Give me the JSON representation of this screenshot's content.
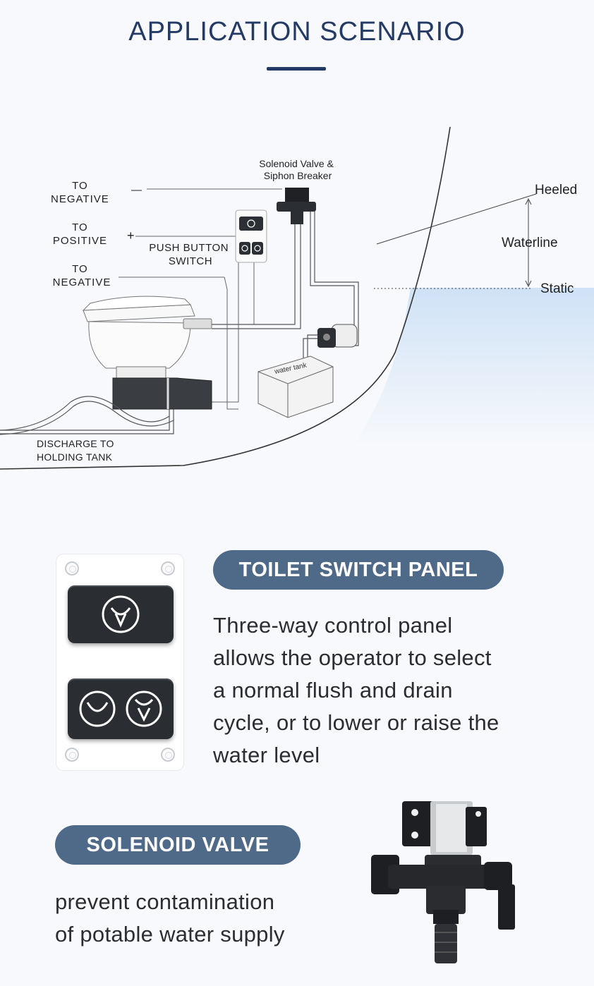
{
  "header": {
    "title": "APPLICATION SCENARIO"
  },
  "diagram": {
    "labels": {
      "to_negative_top": [
        "TO",
        "NEGATIVE"
      ],
      "to_positive": [
        "TO",
        "POSITIVE"
      ],
      "to_negative_bottom": [
        "TO",
        "NEGATIVE"
      ],
      "push_button_switch": [
        "PUSH BUTTON",
        "SWITCH"
      ],
      "solenoid_valve": [
        "Solenoid Valve &",
        "Siphon Breaker"
      ],
      "heeled": "Heeled",
      "waterline": "Waterline",
      "static": "Static",
      "water_tank": "water tank",
      "discharge": [
        "DISCHARGE TO",
        "HOLDING TANK"
      ],
      "minus_sign": "—",
      "plus_sign": "+"
    }
  },
  "switch_panel": {
    "heading": "TOILET SWITCH PANEL",
    "description": [
      "Three-way control panel",
      "allows the operator to select",
      "a normal flush and drain",
      "cycle, or to lower or raise the",
      "water level"
    ]
  },
  "solenoid": {
    "heading": "SOLENOID VALVE",
    "description": [
      "prevent contamination",
      "of potable water supply"
    ]
  },
  "colors": {
    "accent": "#243a66",
    "pill": "#4f6989",
    "water": "#d8e8f7"
  }
}
